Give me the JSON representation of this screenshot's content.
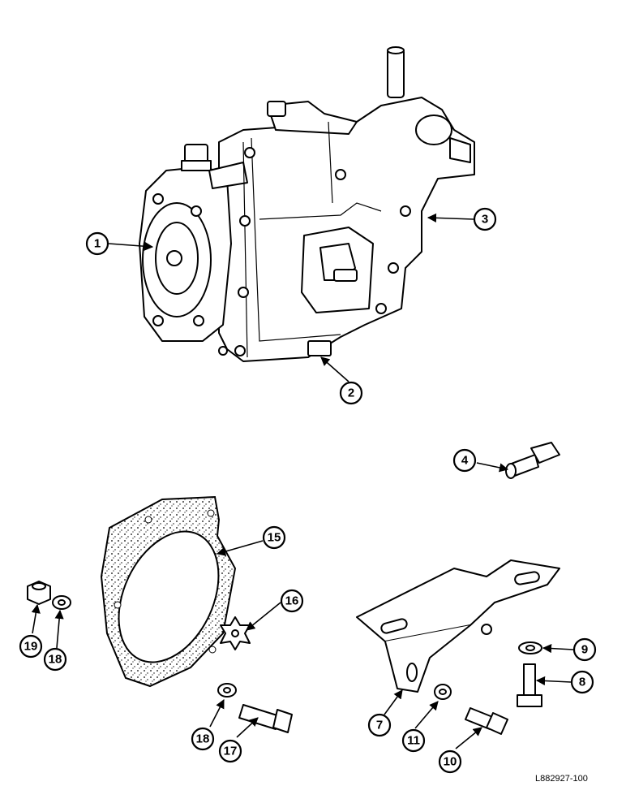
{
  "callouts": [
    "1",
    "2",
    "3",
    "4",
    "7",
    "8",
    "9",
    "10",
    "11",
    "15",
    "16",
    "17",
    "18",
    "18",
    "19"
  ],
  "reference_code": "L882927-100"
}
